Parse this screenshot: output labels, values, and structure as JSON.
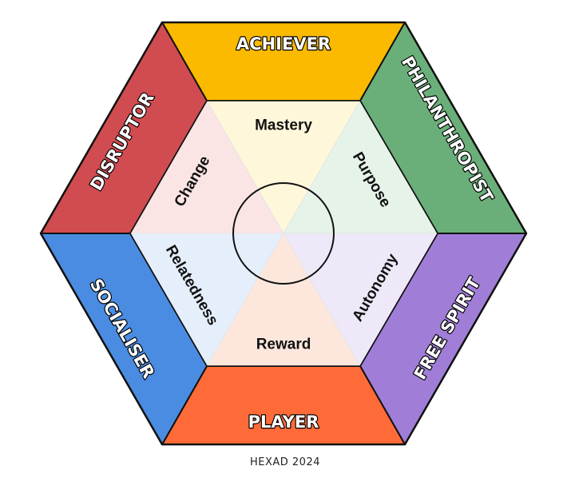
{
  "diagram": {
    "segments": [
      {
        "id": "achiever",
        "label": "ACHIEVER",
        "color": "#FBBA00",
        "tint": "#FFF7DA",
        "inner_label": "Mastery"
      },
      {
        "id": "philanthropist",
        "label": "PHILANTHROPIST",
        "color": "#6AAF79",
        "tint": "#E5F3E8",
        "inner_label": "Purpose"
      },
      {
        "id": "free-spirit",
        "label": "FREE SPIRIT",
        "color": "#A07ED8",
        "tint": "#EEE8F8",
        "inner_label": "Autonomy"
      },
      {
        "id": "player",
        "label": "PLAYER",
        "color": "#FE6B39",
        "tint": "#FDE7DD",
        "inner_label": "Reward"
      },
      {
        "id": "socialiser",
        "label": "SOCIALISER",
        "color": "#4A8CE2",
        "tint": "#E5EEFB",
        "inner_label": "Relatedness"
      },
      {
        "id": "disruptor",
        "label": "DISRUPTOR",
        "color": "#D14C51",
        "tint": "#FBE4E4",
        "inner_label": "Change"
      }
    ],
    "caption": "HEXAD 2024"
  }
}
